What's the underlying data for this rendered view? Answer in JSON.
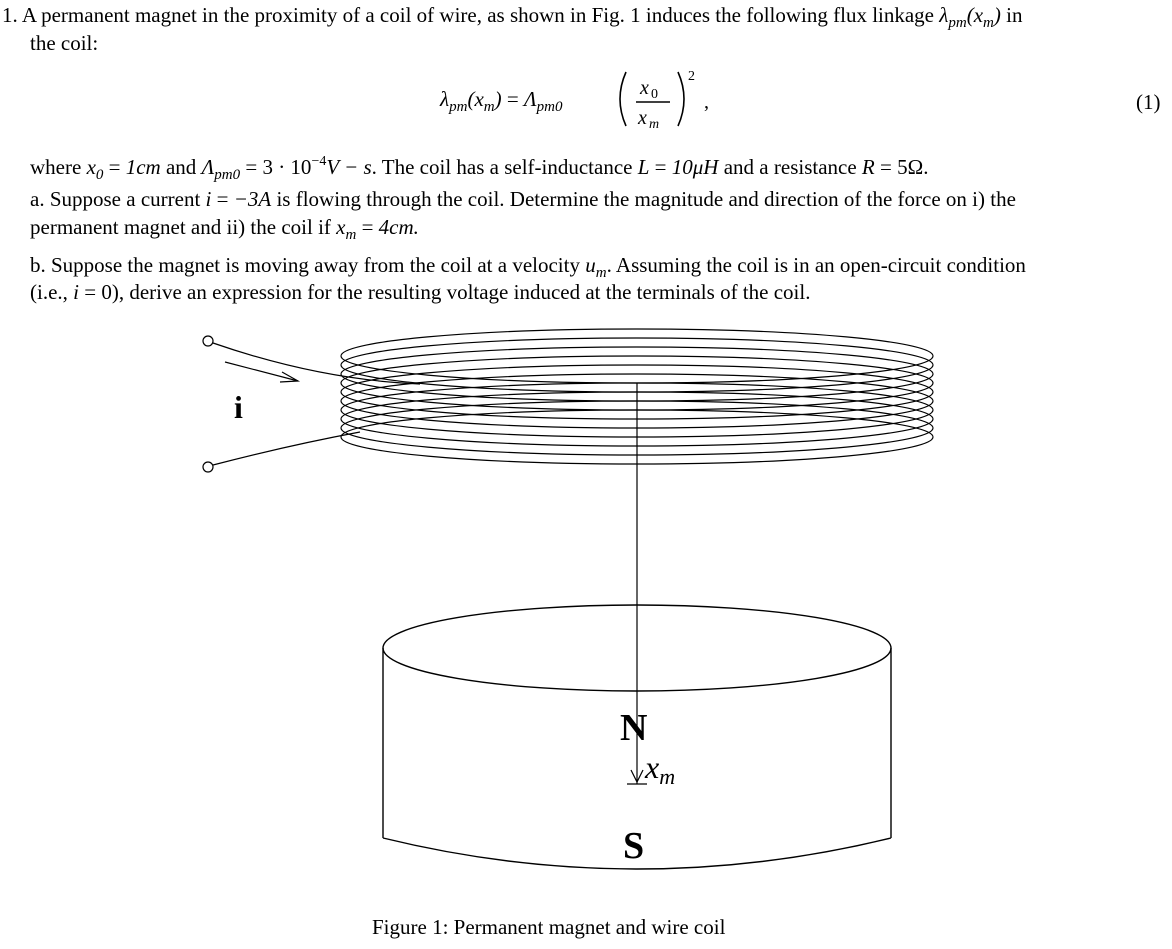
{
  "problem": {
    "number": "1.",
    "intro_line1": "A permanent magnet in the proximity of a coil of wire, as shown in Fig. 1 induces the following flux linkage",
    "intro_in": "in",
    "intro_line2": "the coil:",
    "eq_number": "(1)",
    "given_where": "where",
    "given_and1": "and",
    "given_coil": ". The coil has a self-inductance",
    "given_and2": "and a resistance",
    "part_a_line1_pre": "a. Suppose a current",
    "part_a_line1_post": "is flowing through the coil. Determine the magnitude and direction of the force on i) the",
    "part_a_line2_pre": "permanent magnet and ii) the coil if",
    "part_b_line1_pre": "b. Suppose the magnet is moving away from the coil at a velocity",
    "part_b_line1_post": ". Assuming the coil is in an open-circuit condition",
    "part_b_line2_pre": "(i.e.,",
    "part_b_line2_post": "), derive an expression for the resulting voltage induced at the terminals of the coil."
  },
  "values": {
    "x0": "1cm",
    "lambda_pm0": "3 · 10",
    "lambda_pm0_exp": "−4",
    "lambda_pm0_unit": "V − s",
    "L": "10μH",
    "R": "5Ω.",
    "i_current": "−3A",
    "xm": "4cm.",
    "i_open": "0"
  },
  "figure": {
    "current_label": "i",
    "north_label": "N",
    "south_label": "S",
    "xm_label": "x",
    "xm_sub": "m",
    "caption": "Figure 1: Permanent magnet and wire coil"
  }
}
